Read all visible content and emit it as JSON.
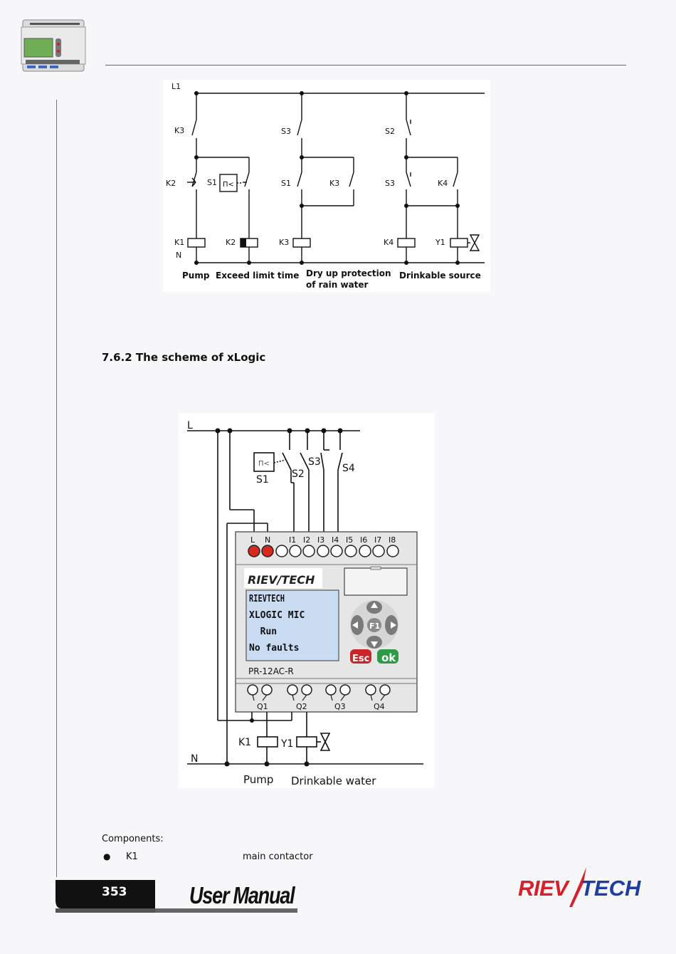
{
  "ladder": {
    "top_rail": "L1",
    "bottom_rail": "N",
    "contacts": [
      "K3",
      "K2",
      "S1",
      "S3",
      "S1",
      "K3",
      "S2",
      "S3",
      "K4"
    ],
    "timer_symbol": "Π<",
    "coils": [
      "K1",
      "K2",
      "K3",
      "K4",
      "Y1"
    ],
    "captions": {
      "pump": "Pump",
      "exceed": "Exceed limit time",
      "dry_1": "Dry up protection",
      "dry_2": "of rain water",
      "drinkable": "Drinkable source"
    }
  },
  "section_heading": "7.6.2 The scheme of xLogic",
  "wiring": {
    "line": "L",
    "neutral": "N",
    "switches": [
      "S1",
      "S2",
      "S3",
      "S4"
    ],
    "timer_symbol": "Π<",
    "terminals": [
      "L",
      "N",
      "I1",
      "I2",
      "I3",
      "I4",
      "I5",
      "I6",
      "I7",
      "I8"
    ],
    "brand": "RIEV/TECH",
    "display_lines": [
      "RIEVTECH",
      "XLOGIC MIC",
      "  Run",
      "No faults"
    ],
    "model": "PR-12AC-R",
    "keys": {
      "f1": "F1",
      "esc": "Esc",
      "ok": "ok"
    },
    "outputs": [
      "Q1",
      "Q2",
      "Q3",
      "Q4"
    ],
    "coil_labels": [
      "K1",
      "Y1"
    ],
    "captions": {
      "pump": "Pump",
      "water": "Drinkable water"
    }
  },
  "components_label": "Components:",
  "component_items": [
    {
      "bullet": "●",
      "name": "K1",
      "desc": "main contactor"
    }
  ],
  "footer": {
    "page_number": "353",
    "manual_title": "User Manual",
    "brand_left": "RIEV",
    "brand_right": "TECH"
  },
  "colors": {
    "brand_red": "#d6202a",
    "terminal_red": "#d62a1e",
    "lcd_blue": "#c9dcf2"
  }
}
